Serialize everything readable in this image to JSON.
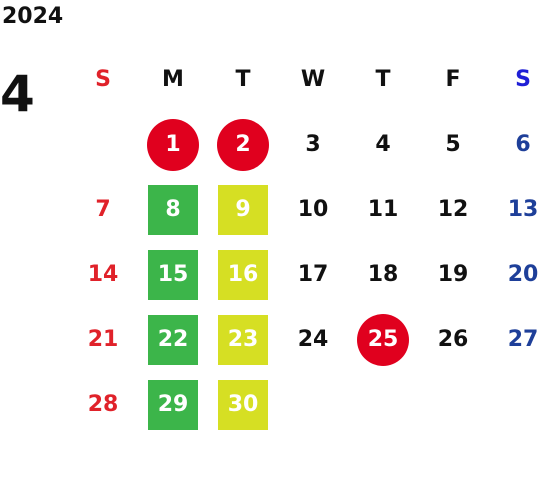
{
  "calendar": {
    "year": "2024",
    "month": "4",
    "weekdays": [
      "S",
      "M",
      "T",
      "W",
      "T",
      "F",
      "S"
    ],
    "weeks": [
      [
        "",
        "1",
        "2",
        "3",
        "4",
        "5",
        "6"
      ],
      [
        "7",
        "8",
        "9",
        "10",
        "11",
        "12",
        "13"
      ],
      [
        "14",
        "15",
        "16",
        "17",
        "18",
        "19",
        "20"
      ],
      [
        "21",
        "22",
        "23",
        "24",
        "25",
        "26",
        "27"
      ],
      [
        "28",
        "29",
        "30",
        "",
        "",
        "",
        ""
      ]
    ],
    "highlights": {
      "red_circle": [
        "1",
        "2",
        "25"
      ],
      "green_square": [
        "8",
        "15",
        "22",
        "29"
      ],
      "yellow_square": [
        "9",
        "16",
        "23",
        "30"
      ]
    },
    "colors": {
      "sunday": "#e0222a",
      "saturday": "#1e3f99",
      "saturday_header": "#1f1fd6",
      "circle": "#e0001e",
      "green": "#3cb54a",
      "yellow": "#d6df23"
    }
  }
}
